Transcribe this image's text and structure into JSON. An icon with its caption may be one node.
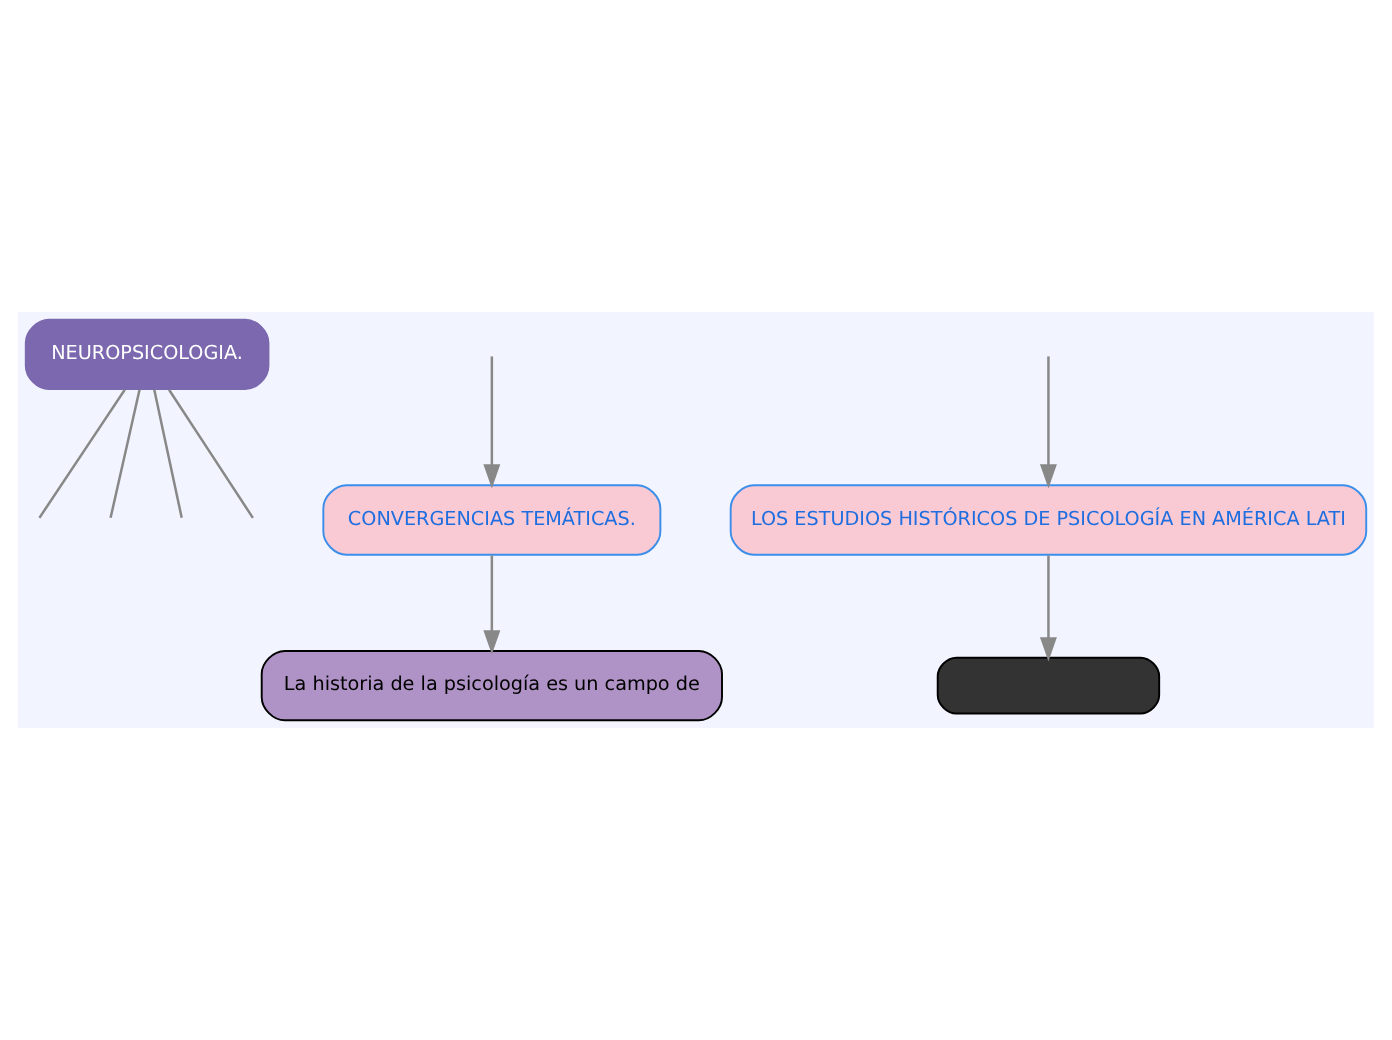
{
  "diagram": {
    "nodes": [
      {
        "text": [
          "NEUROPSICOLOGIA."
        ]
      },
      {
        "text": [
          "CONVERGENCIAS TEMÁTICAS."
        ]
      },
      {
        "text": [
          "LOS ESTUDIOS HISTÓRICOS DE PSICOLOGÍA EN AMÉRICA LATI"
        ]
      },
      {
        "text": [
          "La historia de la psicología es un campo de"
        ]
      },
      {
        "text": [],
        "shape": "box"
      }
    ],
    "edges": [
      {
        "from": 0,
        "to": null,
        "arrow": "none"
      },
      {
        "from": 0,
        "to": null,
        "arrow": "none"
      },
      {
        "from": 0,
        "to": null,
        "arrow": "none"
      },
      {
        "from": 0,
        "to": null,
        "arrow": "none"
      },
      {
        "from": null,
        "to": 1,
        "arrow": "to"
      },
      {
        "from": null,
        "to": 2,
        "arrow": "to"
      },
      {
        "from": 1,
        "to": 3,
        "arrow": "to"
      },
      {
        "from": 2,
        "to": 4,
        "arrow": "to"
      }
    ]
  }
}
